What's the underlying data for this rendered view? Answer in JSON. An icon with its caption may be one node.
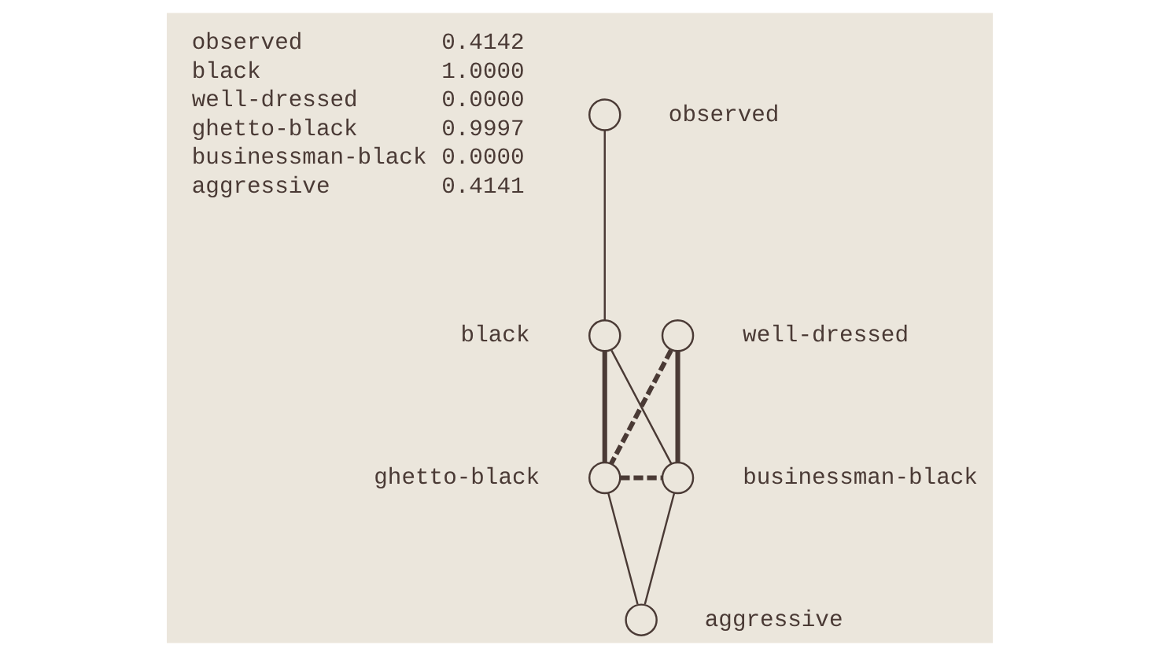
{
  "diagram": {
    "nodes": [
      {
        "text": [],
        "shape": "circle",
        "beside": [
          "observed"
        ]
      },
      {
        "text": [],
        "shape": "circle",
        "beside": [
          "black"
        ]
      },
      {
        "text": [],
        "shape": "circle",
        "beside": [
          "well-dressed"
        ]
      },
      {
        "text": [],
        "shape": "circle",
        "beside": [
          "ghetto-black"
        ]
      },
      {
        "text": [],
        "shape": "circle",
        "beside": [
          "businessman-black"
        ]
      },
      {
        "text": [],
        "shape": "circle",
        "beside": [
          "aggressive"
        ]
      }
    ],
    "edges": [
      {
        "from": 0,
        "to": 1,
        "arrow": "none"
      },
      {
        "from": 1,
        "to": 3,
        "arrow": "none",
        "style": "thick"
      },
      {
        "from": 1,
        "to": 4,
        "arrow": "none"
      },
      {
        "from": 2,
        "to": 3,
        "arrow": "none",
        "style": "dashed"
      },
      {
        "from": 2,
        "to": 4,
        "arrow": "none",
        "style": "thick"
      },
      {
        "from": 3,
        "to": 4,
        "arrow": "none",
        "style": "dashed"
      },
      {
        "from": 3,
        "to": 5,
        "arrow": "none"
      },
      {
        "from": 4,
        "to": 5,
        "arrow": "none"
      }
    ],
    "labels": [
      "observed",
      "0.4142",
      "black",
      "1.0000",
      "well-dressed",
      "0.0000",
      "ghetto-black",
      "0.9997",
      "businessman-black",
      "0.0000",
      "aggressive",
      "0.4141"
    ]
  }
}
